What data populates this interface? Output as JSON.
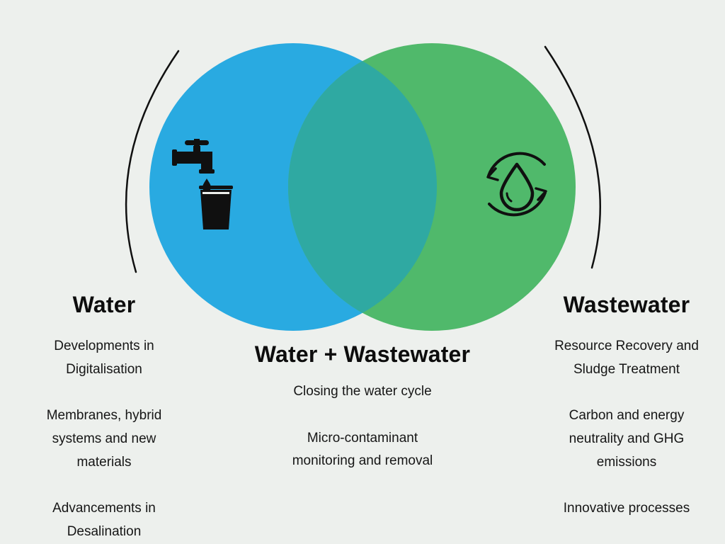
{
  "diagram_title": "Water and Wastewater Venn Diagram",
  "colors": {
    "background": "#edf0ed",
    "left_circle": "#29aae1",
    "right_circle": "#50b96b",
    "overlap": "#2fa9a2",
    "ink": "#101010"
  },
  "icons": {
    "left": "faucet-glass-icon",
    "right": "water-recycle-icon"
  },
  "left": {
    "title": "Water",
    "items": [
      "Developments in Digitalisation",
      "Membranes, hybrid systems and new materials",
      "Advancements in Desalination"
    ]
  },
  "center": {
    "title": "Water + Wastewater",
    "items": [
      "Closing the water cycle",
      "Micro-contaminant monitoring and removal"
    ]
  },
  "right": {
    "title": "Wastewater",
    "items": [
      "Resource Recovery and Sludge Treatment",
      "Carbon and energy neutrality and GHG emissions",
      "Innovative processes"
    ]
  }
}
